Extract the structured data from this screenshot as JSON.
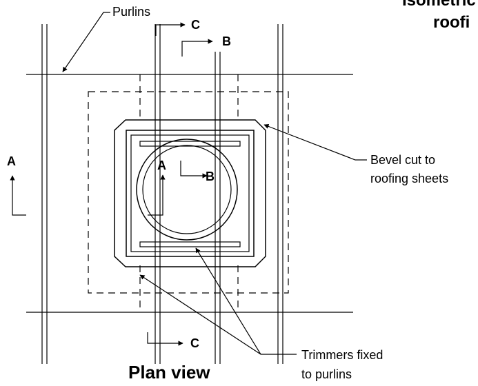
{
  "drawing": {
    "title_fragment_line1": "Isometric",
    "title_fragment_line2": "roofi",
    "plan_title": "Plan view",
    "labels": {
      "purlins": "Purlins",
      "bevel_line1": "Bevel cut to",
      "bevel_line2": "roofing sheets",
      "trimmers_line1": "Trimmers fixed",
      "trimmers_line2": "to purlins"
    },
    "section_marks": {
      "a_outer": "A",
      "a_inner": "A",
      "b_top": "B",
      "b_inner": "B",
      "c_top": "C",
      "c_bottom": "C"
    },
    "colors": {
      "ink": "#000000",
      "background": "#ffffff"
    }
  }
}
